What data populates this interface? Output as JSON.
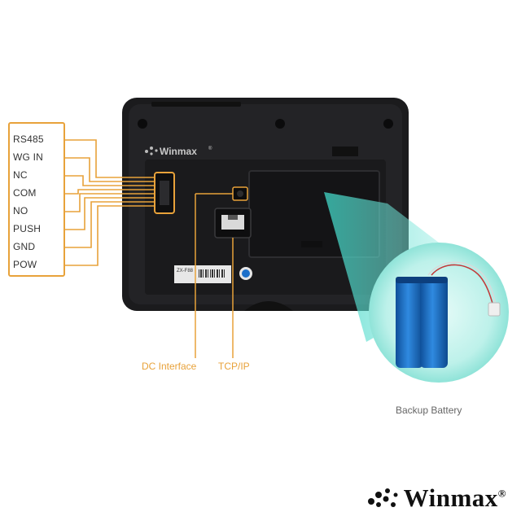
{
  "pins": [
    "RS485",
    "WG IN",
    "NC",
    "COM",
    "NO",
    "PUSH",
    "GND",
    "POW"
  ],
  "device_logo": "Winmax",
  "device_logo_reg": "®",
  "label_sticker": "ZX-F88",
  "callouts": {
    "dc": "DC Interface",
    "tcpip": "TCP/IP",
    "battery": "Backup Battery"
  },
  "brand": {
    "name": "Winmax",
    "reg": "®"
  },
  "colors": {
    "accent": "#e8a23a",
    "device": "#1b1b1d",
    "battery_blue": "#1b6fc6",
    "glow": "#3fd6c6"
  }
}
